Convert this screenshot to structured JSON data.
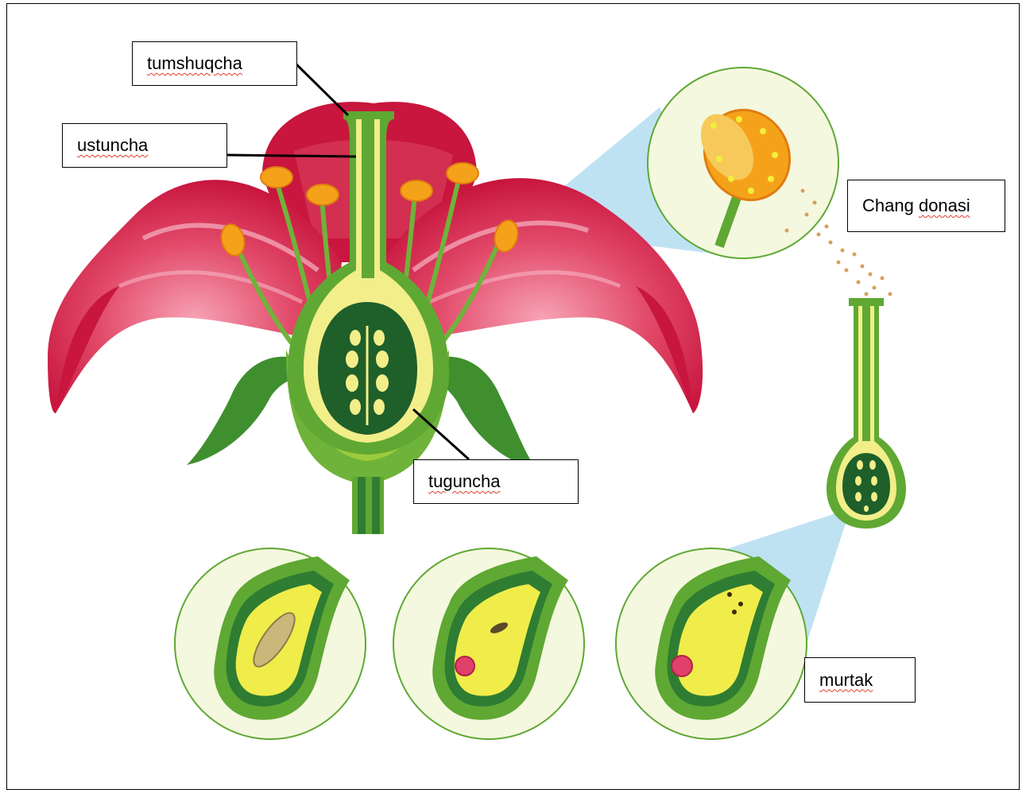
{
  "labels": {
    "stigma": "tumshuqcha",
    "style": "ustuncha",
    "ovary": "tuguncha",
    "pollen_prefix": "Chang ",
    "pollen_word": "donasi",
    "embryo": "murtak"
  },
  "colors": {
    "petal_dark": "#c8163e",
    "petal_mid": "#e24a6a",
    "petal_light": "#f07a96",
    "green_dark": "#2e7d32",
    "green_mid": "#5fa833",
    "green_light": "#9ccc3c",
    "pale_yellow": "#f2ee8a",
    "anther_orange": "#f5a21b",
    "embryo_pink": "#e0406a",
    "zoom_blue": "#a9d8ef",
    "circle_bg": "#f4f8df"
  }
}
